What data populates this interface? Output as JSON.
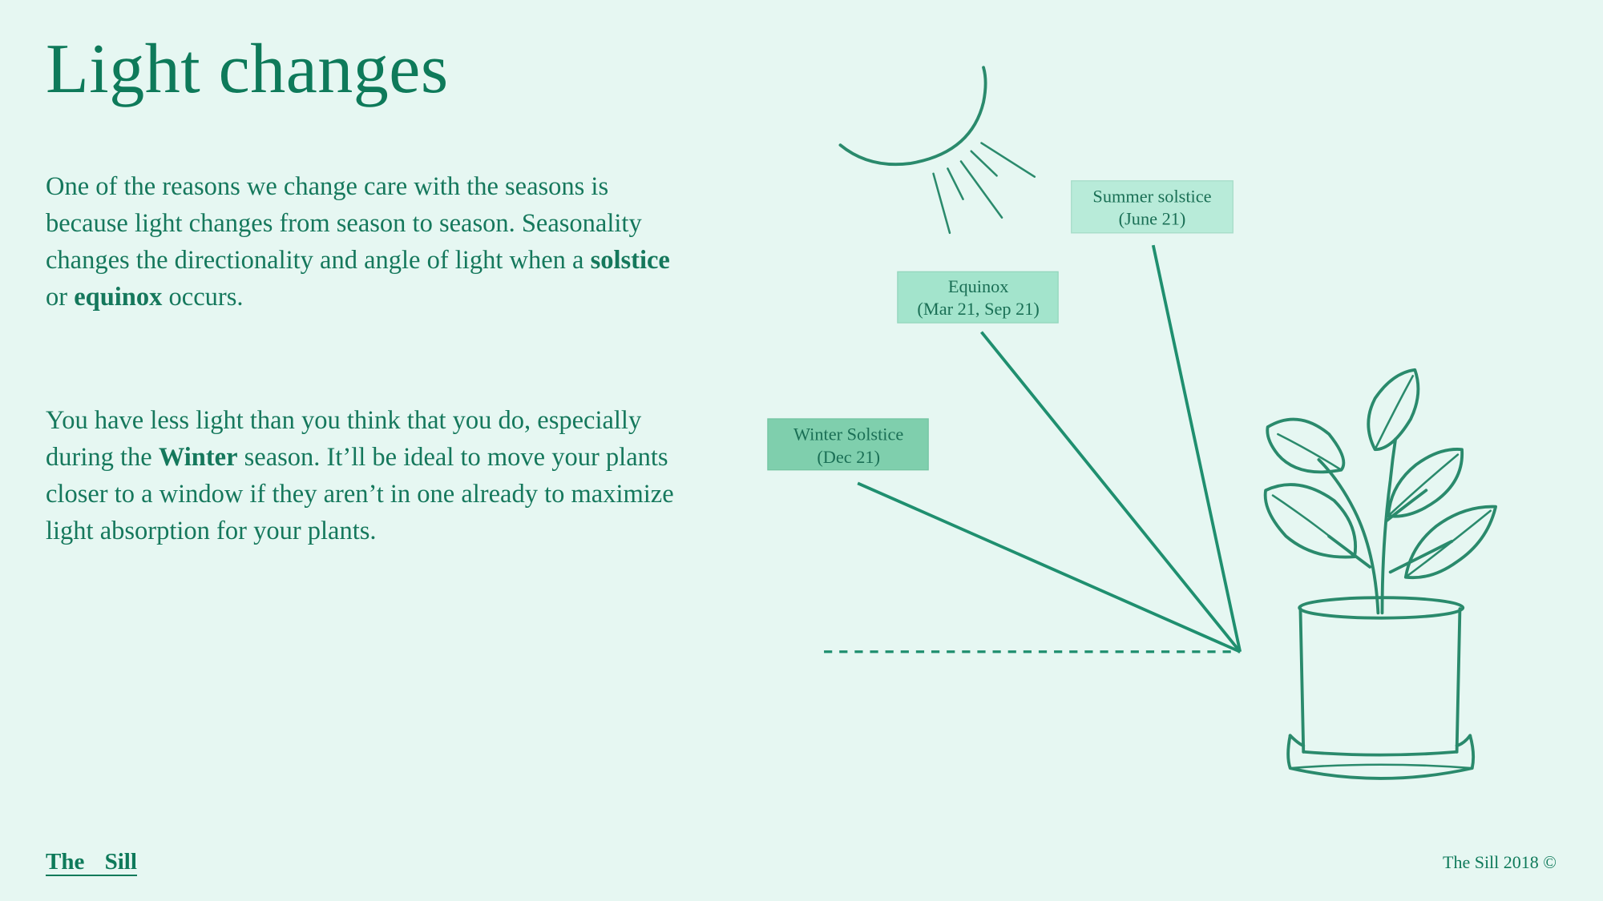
{
  "title": "Light changes",
  "paragraph1": {
    "before": "One of the reasons we change care with the seasons is because light changes from season to season. Seasonality changes the directionality and angle of light when a ",
    "bold1": "solstice",
    "mid": " or ",
    "bold2": "equinox",
    "after": " occurs."
  },
  "paragraph2": {
    "before": "You have less light than you think that you do, especially during the ",
    "bold": "Winter",
    "after": " season. It’ll be ideal to move your plants closer to a window if they aren’t in one already to maximize light absorption for your plants."
  },
  "diagram": {
    "summer": {
      "line1": "Summer solstice",
      "line2": "(June 21)",
      "color": "#b8ebd9"
    },
    "equinox": {
      "line1": "Equinox",
      "line2": "(Mar 21, Sep 21)",
      "color": "#a3e4cc"
    },
    "winter": {
      "line1": "Winter Solstice",
      "line2": "(Dec 21)",
      "color": "#7fcfad"
    },
    "icons": [
      "sun-icon",
      "potted-plant-icon"
    ]
  },
  "footer": {
    "brand": "The Sill",
    "copyright": "The Sill 2018 ©"
  },
  "colors": {
    "background": "#e6f7f2",
    "accent": "#0e7a5a",
    "line": "#1f8f6f"
  }
}
